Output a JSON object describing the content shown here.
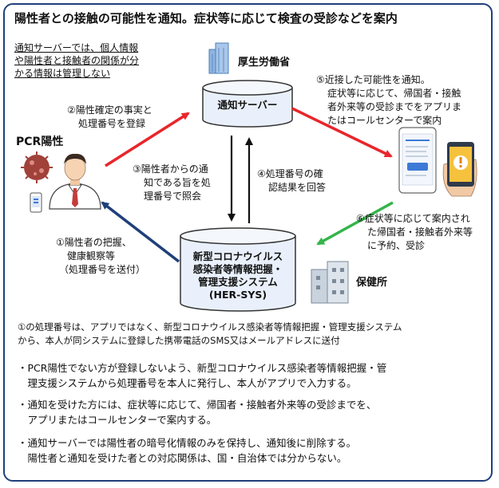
{
  "title": "陽性者との接触の可能性を通知。症状等に応じて検査の受診などを案内",
  "note_lines": [
    "通知サーバーでは、個人情報",
    "や陽性者と接触者の関係が分",
    "かる情報は管理しない"
  ],
  "mhlw_label": "厚生労働省",
  "server_label": "通知サーバー",
  "pcr_label": "PCR陽性",
  "hersys_lines": [
    "新型コロナウイルス",
    "感染者等情報把握・",
    "管理支援システム",
    "(HER-SYS)"
  ],
  "health_center_label": "保健所",
  "step1_lines": [
    "①陽性者の把握、",
    "健康観察等",
    "（処理番号を送付）"
  ],
  "step2_lines": [
    "②陽性確定の事実と",
    "処理番号を登録"
  ],
  "step3_lines": [
    "③陽性者からの通",
    "知である旨を処",
    "理番号で照会"
  ],
  "step4_lines": [
    "④処理番号の確",
    "認結果を回答"
  ],
  "step5_lines": [
    "⑤近接した可能性を通知。",
    "症状等に応じて、帰国者・接触",
    "者外来等の受診までをアプリま",
    "たはコールセンターで案内"
  ],
  "step6_lines": [
    "⑥症状等に応じて案内され",
    "た帰国者・接触者外来等",
    "に予約、受診"
  ],
  "footnote_lines": [
    "①の処理番号は、アプリではなく、新型コロナウイルス感染者等情報把握・管理支援システム",
    "から、本人が同システムに登録した携帯電話のSMS又はメールアドレスに送付"
  ],
  "bullets": [
    [
      "・PCR陽性でない方が登録しないよう、新型コロナウイルス感染者等情報把握・管",
      "　理支援システムから処理番号を本人に発行し、本人がアプリで入力する。"
    ],
    [
      "・通知を受けた方には、症状等に応じて、帰国者・接触者外来等の受診までを、",
      "　アプリまたはコールセンターで案内する。"
    ],
    [
      "・通知サーバーでは陽性者の暗号化情報のみを保持し、通知後に削除する。",
      "　陽性者と通知を受けた者との対応関係は、国・自治体では分からない。"
    ]
  ],
  "colors": {
    "frame": "#1f3f7a",
    "red_arrow": "#e8262b",
    "green_arrow": "#33b54a",
    "navy_arrow": "#1f3f7a",
    "cylinder_fill": "#e9f0fb"
  }
}
